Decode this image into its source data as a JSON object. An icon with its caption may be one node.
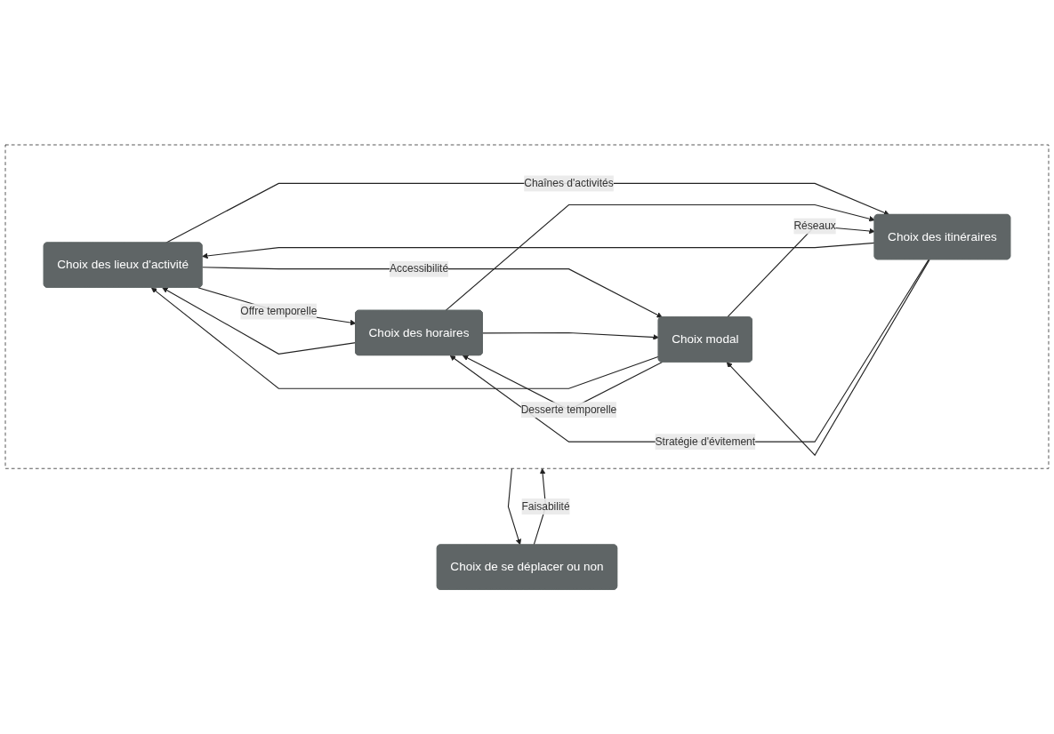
{
  "diagram": {
    "nodes": [
      {
        "text": [
          "Choix de se déplacer ou non"
        ]
      },
      {
        "text": [],
        "shape": "box"
      },
      {
        "text": [
          "Choix des lieux d'activité"
        ],
        "in": 1
      },
      {
        "text": [
          "Choix des horaires"
        ],
        "in": 1
      },
      {
        "text": [
          "Choix modal"
        ],
        "in": 1
      },
      {
        "text": [
          "Choix des itinéraires"
        ],
        "in": 1
      }
    ],
    "edges": [
      {
        "from": 0,
        "to": 1,
        "arrow": "to",
        "label": "Faisabilité"
      },
      {
        "from": 1,
        "to": 0,
        "arrow": "to"
      },
      {
        "from": 2,
        "to": 3,
        "arrow": "to",
        "label": "Offre temporelle"
      },
      {
        "from": 3,
        "to": 2,
        "arrow": "to"
      },
      {
        "from": 2,
        "to": 4,
        "arrow": "to",
        "label": "Accessibilité"
      },
      {
        "from": 4,
        "to": 2,
        "arrow": "to"
      },
      {
        "from": 4,
        "to": 3,
        "arrow": "to",
        "label": "Desserte temporelle"
      },
      {
        "from": 3,
        "to": 4,
        "arrow": "to"
      },
      {
        "from": 2,
        "to": 5,
        "arrow": "to",
        "label": "Chaînes d'activités"
      },
      {
        "from": 5,
        "to": 2,
        "arrow": "to"
      },
      {
        "from": 5,
        "to": 3,
        "arrow": "to",
        "label": "Stratégie d'évitement"
      },
      {
        "from": 3,
        "to": 5,
        "arrow": "to"
      },
      {
        "from": 4,
        "to": 5,
        "arrow": "to",
        "label": "Réseaux"
      },
      {
        "from": 5,
        "to": 4,
        "arrow": "to"
      }
    ]
  }
}
